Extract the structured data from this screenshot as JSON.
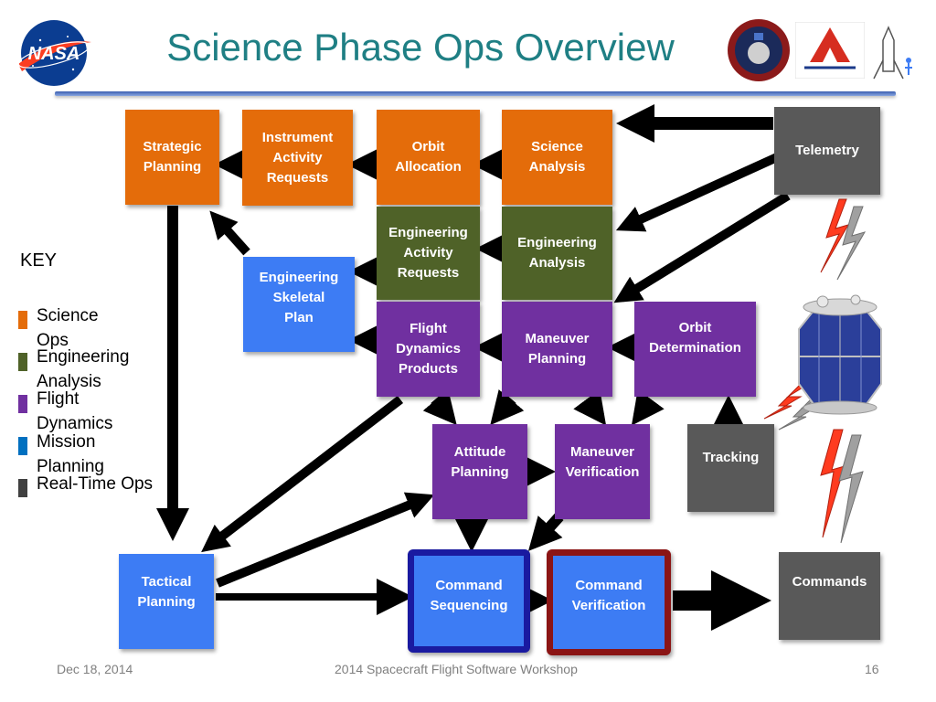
{
  "title": "Science Phase Ops Overview",
  "nodes": {
    "strategic_planning": "Strategic\nPlanning",
    "instrument_activity_requests": "Instrument\nActivity\nRequests",
    "orbit_allocation": "Orbit\nAllocation",
    "science_analysis": "Science\nAnalysis",
    "telemetry": "Telemetry",
    "engineering_activity_requests": "Engineering\nActivity\nRequests",
    "engineering_analysis": "Engineering\nAnalysis",
    "engineering_skeletal_plan": "Engineering\nSkeletal\nPlan",
    "flight_dynamics_products": "Flight\nDynamics\nProducts",
    "maneuver_planning": "Maneuver\nPlanning",
    "orbit_determination": "Orbit\nDetermination",
    "attitude_planning": "Attitude\nPlanning",
    "maneuver_verification": "Maneuver\nVerification",
    "tracking": "Tracking",
    "tactical_planning": "Tactical\nPlanning",
    "command_sequencing": "Command\nSequencing",
    "command_verification": "Command\nVerification",
    "commands": "Commands"
  },
  "key": {
    "title": "KEY",
    "items": [
      {
        "label": "Science\nOps",
        "color": "#e46c0a"
      },
      {
        "label": "Engineering\nAnalysis",
        "color": "#4f6228"
      },
      {
        "label": "Flight\nDynamics",
        "color": "#7030a0"
      },
      {
        "label": "Mission\nPlanning",
        "color": "#0070c0"
      },
      {
        "label": "Real-Time Ops",
        "color": "#404040"
      }
    ]
  },
  "footer": {
    "date": "Dec 18, 2014",
    "event": "2014 Spacecraft Flight Software Workshop",
    "page": "16"
  },
  "colors": {
    "science_ops": "#e46c0a",
    "engineering_analysis": "#4f6228",
    "flight_dynamics": "#7030a0",
    "mission_planning": "#3d7cf4",
    "real_time_ops": "#595959",
    "title_text": "#1f7f84",
    "sequencing_border": "#1a1aa0",
    "verification_border": "#8b1515"
  },
  "icons": [
    "nasa-logo-icon",
    "ladee-mission-patch-icon",
    "ames-research-center-logo-icon",
    "rocket-figure-icon",
    "spacecraft-icon",
    "lightning-signal-icon"
  ]
}
